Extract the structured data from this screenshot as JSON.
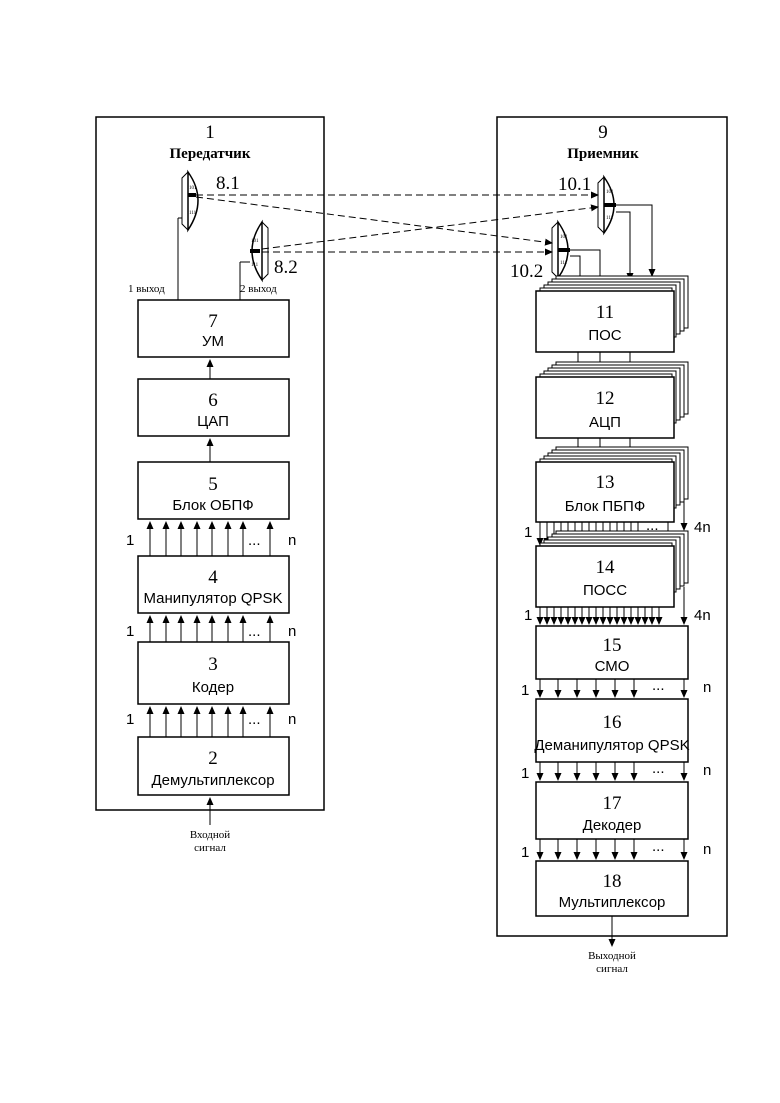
{
  "transmitter": {
    "number": "1",
    "title": "Передатчик",
    "antenna1_label": "8.1",
    "antenna2_label": "8.2",
    "output1_label": "1 выход",
    "output2_label": "2 выход",
    "input_signal_line1": "Входной",
    "input_signal_line2": "сигнал",
    "blocks": [
      {
        "number": "7",
        "label": "УМ"
      },
      {
        "number": "6",
        "label": "ЦАП"
      },
      {
        "number": "5",
        "label": "Блок ОБПФ"
      },
      {
        "number": "4",
        "label": "Манипулятор QPSK"
      },
      {
        "number": "3",
        "label": "Кодер"
      },
      {
        "number": "2",
        "label": "Демультиплексор"
      }
    ]
  },
  "receiver": {
    "number": "9",
    "title": "Приемник",
    "antenna1_label": "10.1",
    "antenna2_label": "10.2",
    "output_signal_line1": "Выходной",
    "output_signal_line2": "сигнал",
    "blocks": [
      {
        "number": "11",
        "label": "ПОС"
      },
      {
        "number": "12",
        "label": "АЦП"
      },
      {
        "number": "13",
        "label": "Блок ПБПФ"
      },
      {
        "number": "14",
        "label": "ПОСС"
      },
      {
        "number": "15",
        "label": "СМО"
      },
      {
        "number": "16",
        "label": "Деманипулятор QPSK"
      },
      {
        "number": "17",
        "label": "Декодер"
      },
      {
        "number": "18",
        "label": "Мультиплексор"
      }
    ]
  },
  "bus": {
    "first": "1",
    "last_n": "n",
    "last_4n": "4n",
    "ellipsis": "..."
  },
  "antenna_marks": {
    "top": "101",
    "bottom": "111"
  }
}
